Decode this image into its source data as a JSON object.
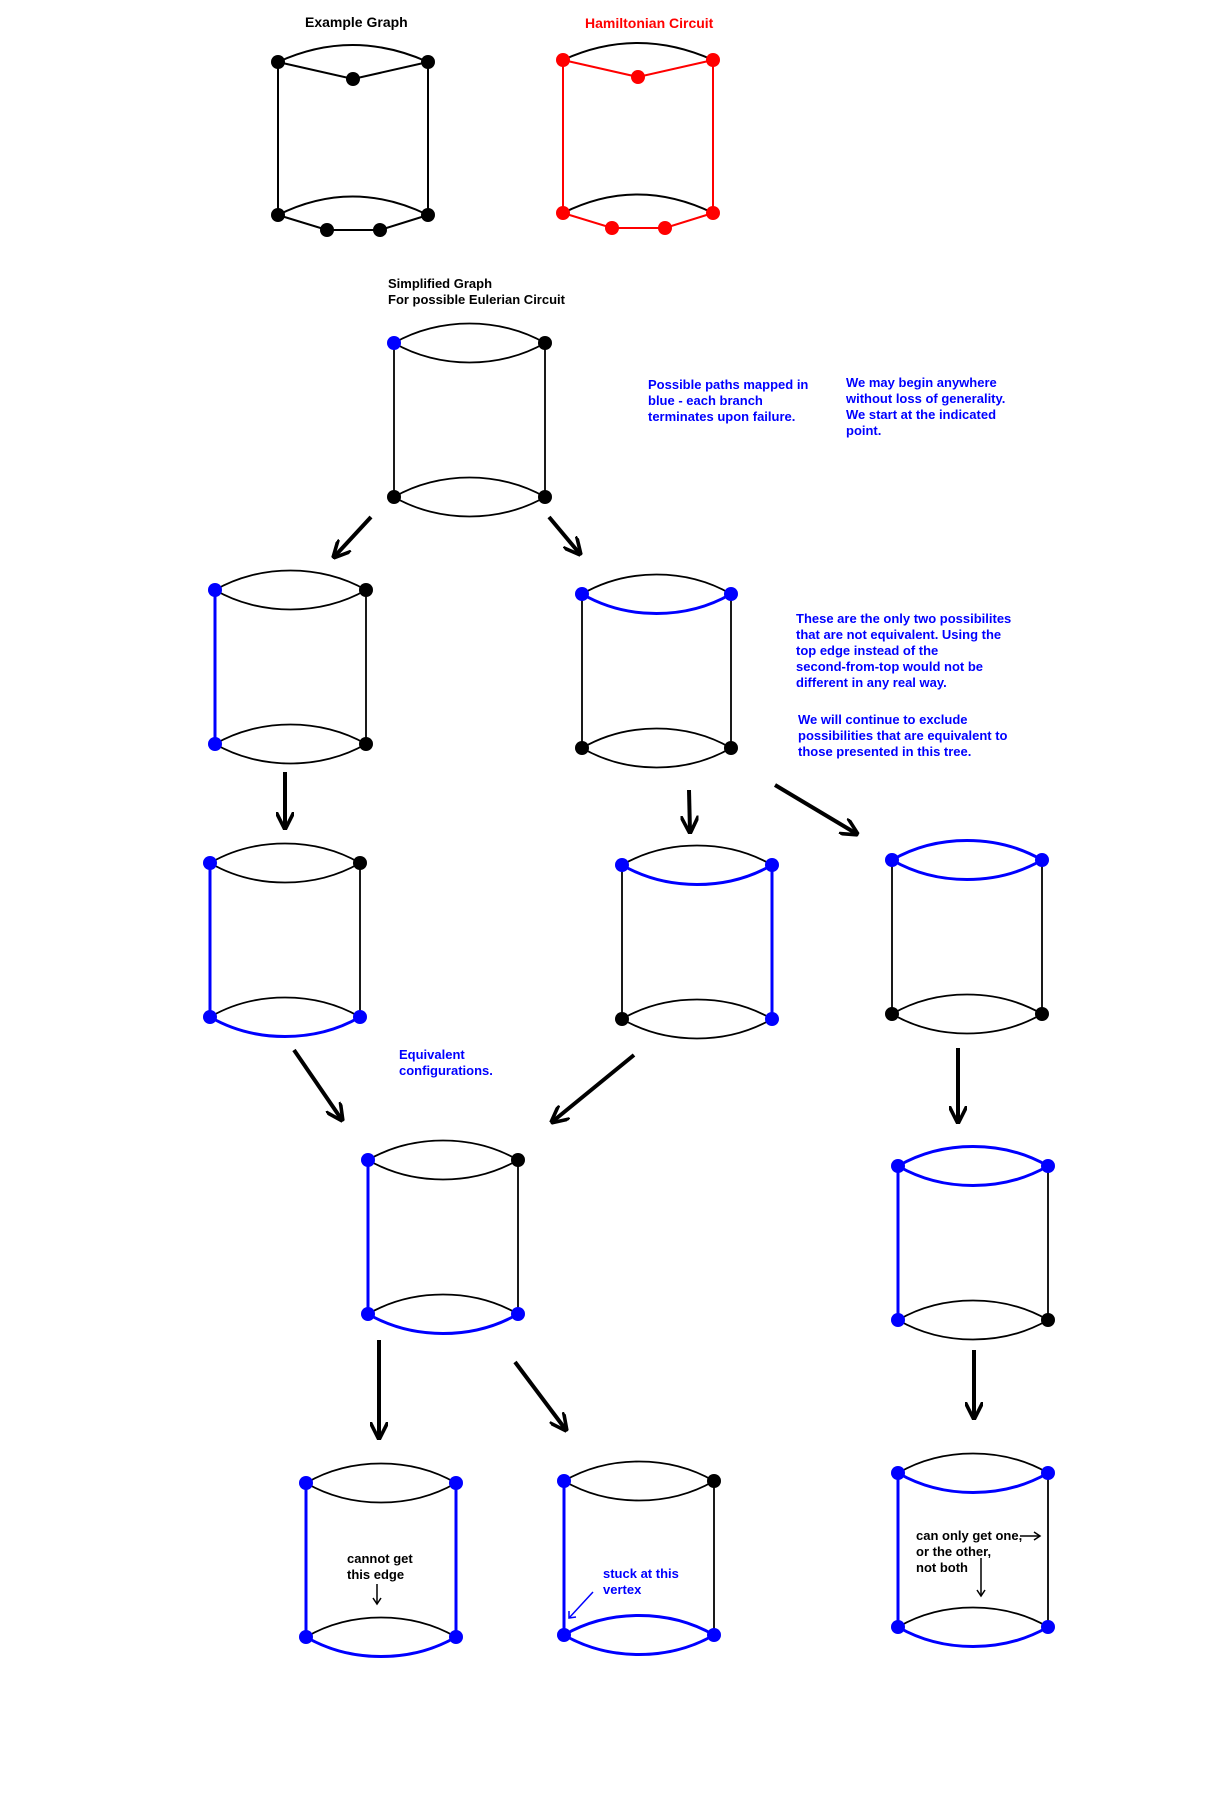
{
  "colors": {
    "black": "#000000",
    "red": "#ff0000",
    "blue": "#0000ff"
  },
  "labels": {
    "example": "Example Graph",
    "hamiltonian": "Hamiltonian Circuit",
    "simplified_line1": "Simplified Graph",
    "simplified_line2": "For possible Eulerian Circuit",
    "paths_note": [
      "Possible paths mapped in",
      "blue - each branch",
      "terminates upon failure."
    ],
    "begin_note": [
      "We may begin anywhere",
      "without loss of generality.",
      "We start at the indicated",
      "point."
    ],
    "only_two_note": [
      "These are the only two possibilites",
      "that are not equivalent. Using the",
      "top edge instead of the",
      "second-from-top would not be",
      "different in any real way."
    ],
    "continue_note": [
      "We will continue to exclude",
      "possibilities that are equivalent to",
      "those presented in this tree."
    ],
    "equivalent_note": [
      "Equivalent",
      "configurations."
    ],
    "cannot_note": [
      "cannot get",
      "this edge"
    ],
    "stuck_note": [
      "stuck at this",
      "vertex"
    ],
    "either_note": [
      "can only get one,",
      "or the other,",
      "not both"
    ]
  }
}
